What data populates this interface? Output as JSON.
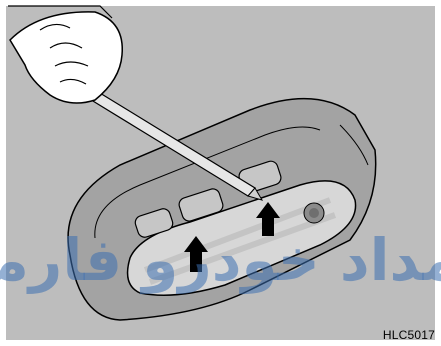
{
  "figure": {
    "code": "HLC5017",
    "watermark": "امداد خودرو فارما",
    "subject": "screwdriver prying overhead lamp lens",
    "colors": {
      "background": "#bdbdbd",
      "panel": "#a3a3a3",
      "lens": "#d7d7d7",
      "outline": "#000000",
      "watermark": "#3c6fb0"
    }
  }
}
